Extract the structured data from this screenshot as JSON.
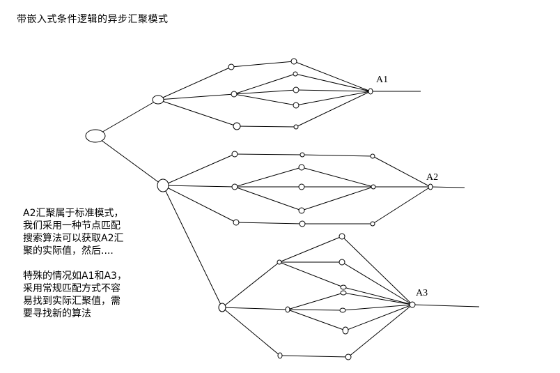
{
  "title": "带嵌入式条件逻辑的异步汇聚模式",
  "notes": {
    "paragraph1": "A2汇聚属于标准模式，我们采用一种节点匹配搜索算法可以获取A2汇聚的实际值，然后....",
    "paragraph2": "特殊的情况如A1和A3，采用常规匹配方式不容易找到实际汇聚值，需要寻找新的算法"
  },
  "labels": {
    "a1": "A1",
    "a2": "A2",
    "a3": "A3"
  }
}
